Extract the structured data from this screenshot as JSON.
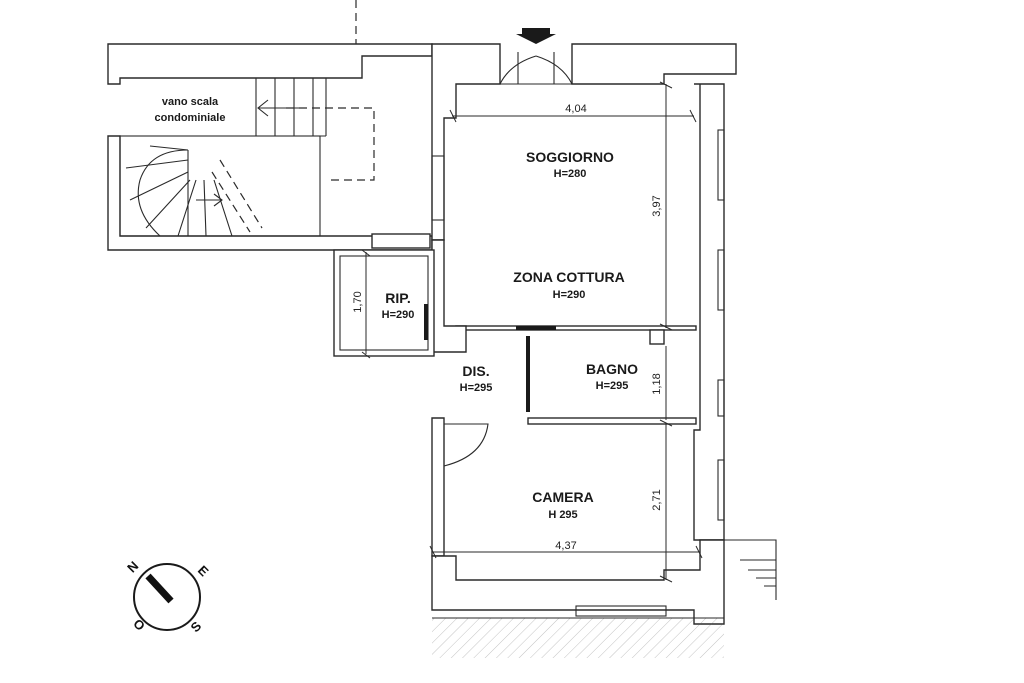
{
  "stairwell": {
    "line1": "vano scala",
    "line2": "condominiale"
  },
  "rooms": {
    "soggiorno": {
      "name": "SOGGIORNO",
      "height": "H=280"
    },
    "zona_cottura": {
      "name": "ZONA COTTURA",
      "height": "H=290"
    },
    "ripostiglio": {
      "name": "RIP.",
      "height": "H=290"
    },
    "disimpegno": {
      "name": "DIS.",
      "height": "H=295"
    },
    "bagno": {
      "name": "BAGNO",
      "height": "H=295"
    },
    "camera": {
      "name": "CAMERA",
      "height": "H 295"
    }
  },
  "dimensions": {
    "soggiorno_width": "4,04",
    "soggiorno_depth": "3,97",
    "rip_depth": "1,70",
    "bagno_depth": "1,18",
    "camera_depth": "2,71",
    "camera_width": "4,37"
  },
  "compass": {
    "n": "N",
    "e": "E",
    "s": "S",
    "o": "O"
  }
}
